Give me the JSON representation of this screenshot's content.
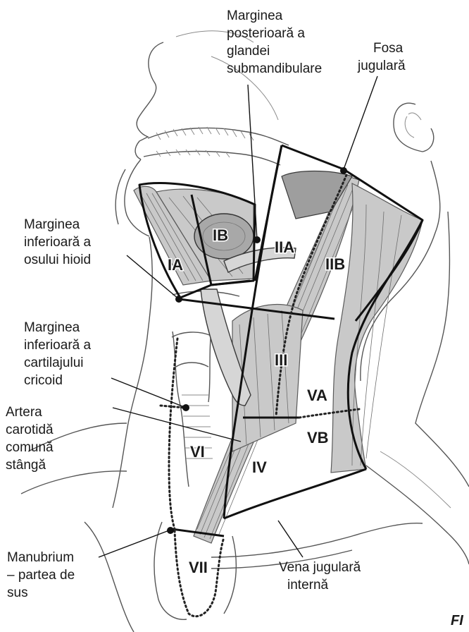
{
  "labels": {
    "posterior_margin_submandibular": [
      "Marginea",
      "posterioară a",
      "glandei",
      "submandibulare"
    ],
    "jugular_fossa": [
      "Fosa",
      "jugulară"
    ],
    "hyoid_inferior_margin": [
      "Marginea",
      "inferioară a",
      "osului hioid"
    ],
    "cricoid_inferior_margin": [
      "Marginea",
      "inferioară a",
      "cartilajului",
      "cricoid"
    ],
    "left_common_carotid": [
      "Artera",
      "carotidă",
      "comună",
      "stângă"
    ],
    "manubrium_top": [
      "Manubrium",
      "– partea de",
      "sus"
    ],
    "internal_jugular_vein": [
      "Vena jugulară",
      "internă"
    ],
    "corner_fragment": "FI"
  },
  "zones": {
    "IA": "IA",
    "IB": "IB",
    "IIA": "IIA",
    "IIB": "IIB",
    "III": "III",
    "IV": "IV",
    "VA": "VA",
    "VB": "VB",
    "VI": "VI",
    "VII": "VII"
  },
  "colors": {
    "line": "#111111",
    "muscle_light": "#c9c9c9",
    "muscle_dark": "#9e9e9e",
    "gland": "#a8a8a8"
  }
}
